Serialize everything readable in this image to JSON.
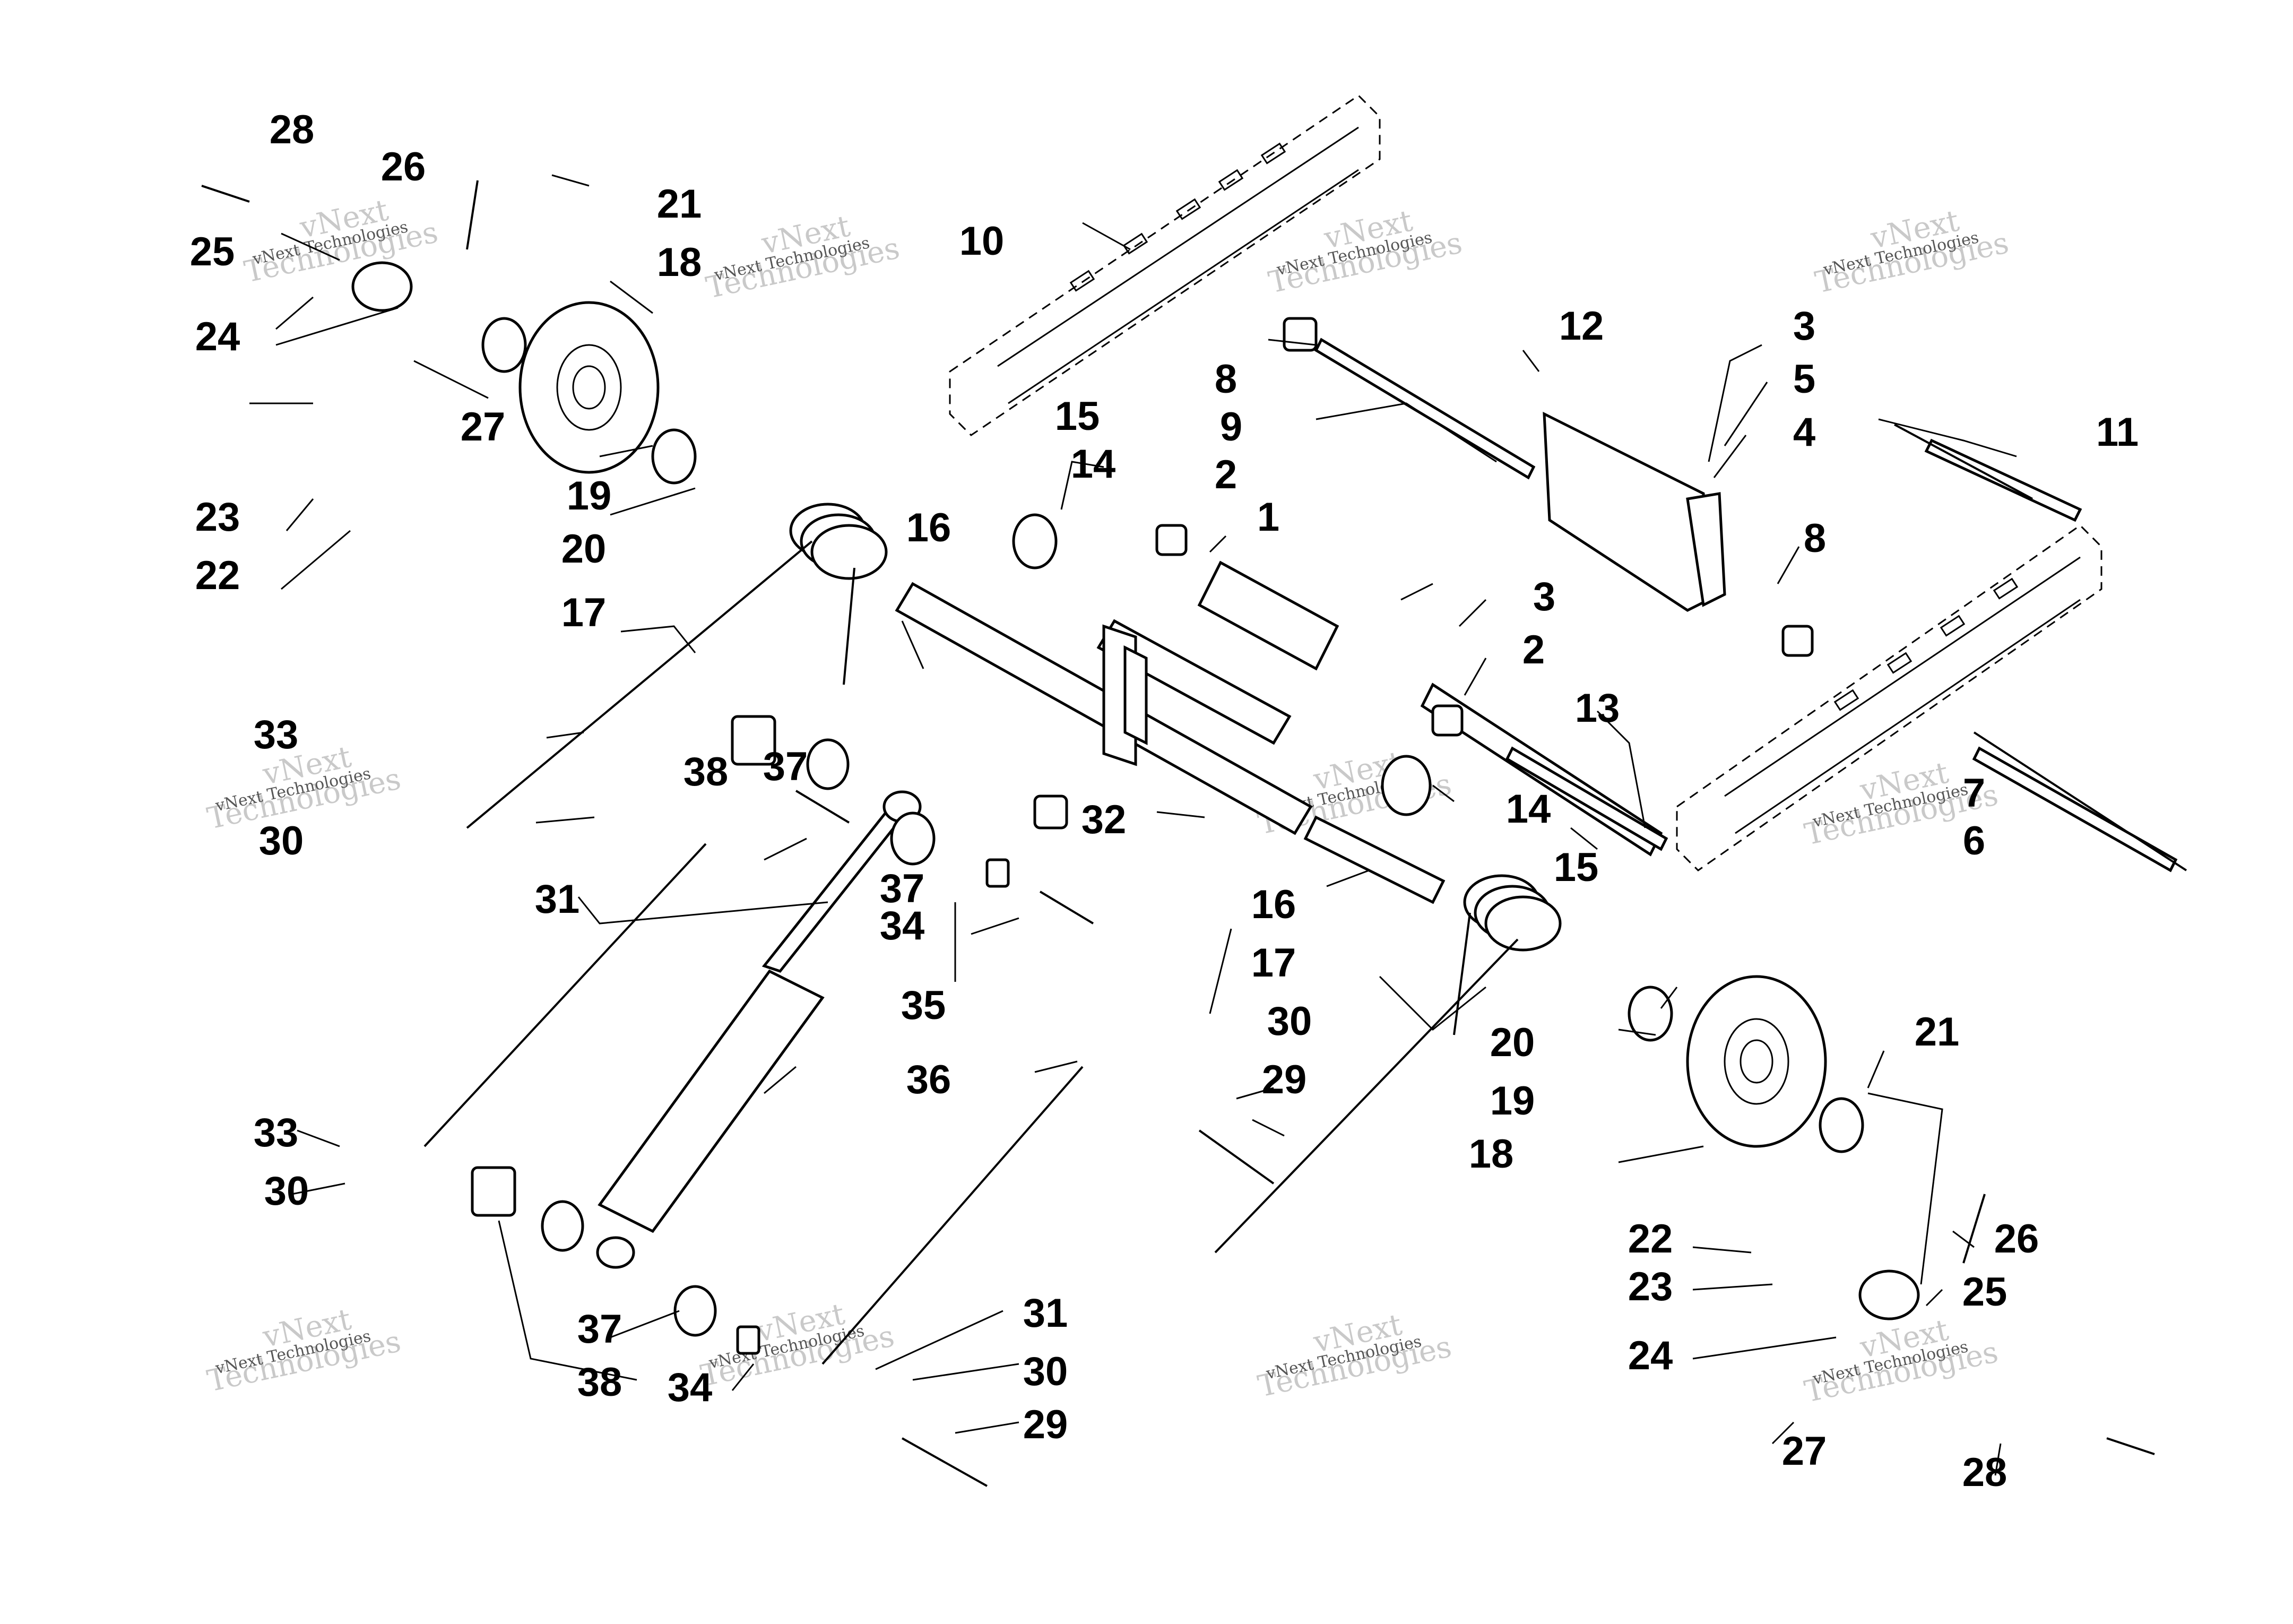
{
  "callouts": [
    {
      "num": "1"
    },
    {
      "num": "2"
    },
    {
      "num": "2"
    },
    {
      "num": "3"
    },
    {
      "num": "3"
    },
    {
      "num": "4"
    },
    {
      "num": "5"
    },
    {
      "num": "6"
    },
    {
      "num": "7"
    },
    {
      "num": "8"
    },
    {
      "num": "8"
    },
    {
      "num": "9"
    },
    {
      "num": "10"
    },
    {
      "num": "11"
    },
    {
      "num": "12"
    },
    {
      "num": "13"
    },
    {
      "num": "14"
    },
    {
      "num": "14"
    },
    {
      "num": "15"
    },
    {
      "num": "15"
    },
    {
      "num": "16"
    },
    {
      "num": "16"
    },
    {
      "num": "17"
    },
    {
      "num": "17"
    },
    {
      "num": "18"
    },
    {
      "num": "18"
    },
    {
      "num": "19"
    },
    {
      "num": "19"
    },
    {
      "num": "20"
    },
    {
      "num": "20"
    },
    {
      "num": "21"
    },
    {
      "num": "21"
    },
    {
      "num": "22"
    },
    {
      "num": "22"
    },
    {
      "num": "23"
    },
    {
      "num": "23"
    },
    {
      "num": "24"
    },
    {
      "num": "24"
    },
    {
      "num": "25"
    },
    {
      "num": "25"
    },
    {
      "num": "26"
    },
    {
      "num": "26"
    },
    {
      "num": "27"
    },
    {
      "num": "27"
    },
    {
      "num": "28"
    },
    {
      "num": "28"
    },
    {
      "num": "29"
    },
    {
      "num": "29"
    },
    {
      "num": "30"
    },
    {
      "num": "30"
    },
    {
      "num": "30"
    },
    {
      "num": "30"
    },
    {
      "num": "31"
    },
    {
      "num": "31"
    },
    {
      "num": "32"
    },
    {
      "num": "33"
    },
    {
      "num": "33"
    },
    {
      "num": "34"
    },
    {
      "num": "34"
    },
    {
      "num": "35"
    },
    {
      "num": "36"
    },
    {
      "num": "37"
    },
    {
      "num": "37"
    },
    {
      "num": "37"
    },
    {
      "num": "38"
    },
    {
      "num": "38"
    }
  ],
  "watermark": {
    "line1": "vNext",
    "line2": "Technologies",
    "small": "vNext Technologies"
  }
}
